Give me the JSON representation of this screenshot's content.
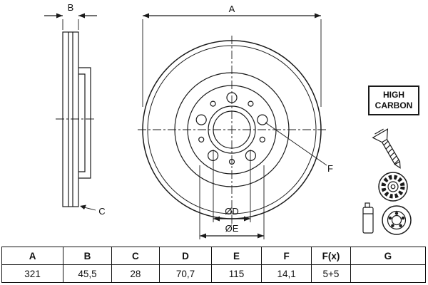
{
  "drawing": {
    "labels": {
      "a": "A",
      "b": "B",
      "c": "C",
      "d": "ØD",
      "e": "ØE",
      "f": "F"
    },
    "badge": {
      "line1": "HIGH",
      "line2": "CARBON"
    }
  },
  "table": {
    "headers": [
      "A",
      "B",
      "C",
      "D",
      "E",
      "F",
      "F(x)",
      "G"
    ],
    "values": [
      "321",
      "45,5",
      "28",
      "70,7",
      "115",
      "14,1",
      "5+5",
      ""
    ]
  },
  "colors": {
    "line": "#1a1a1a",
    "background": "#ffffff"
  }
}
